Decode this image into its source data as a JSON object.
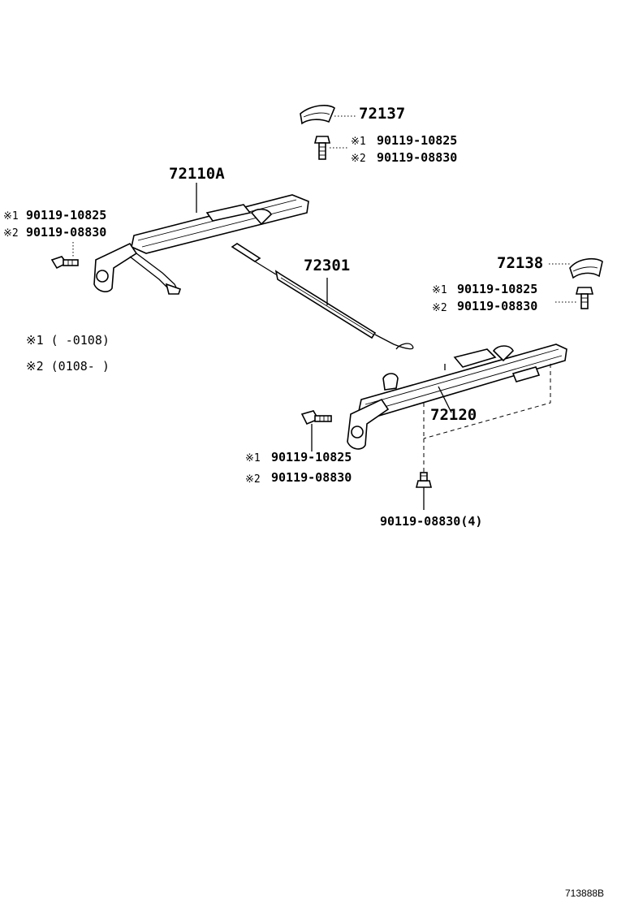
{
  "parts": {
    "cover_upper": "72137",
    "cover_right": "72138",
    "adjuster_left": "72110A",
    "adjuster_right": "72120",
    "cable": "72301"
  },
  "bolts": {
    "top": {
      "mark1": "※1",
      "mark2": "※2",
      "b1": "90119-10825",
      "b2": "90119-08830"
    },
    "left": {
      "mark1": "※1",
      "mark2": "※2",
      "b1": "90119-10825",
      "b2": "90119-08830"
    },
    "right": {
      "mark1": "※1",
      "mark2": "※2",
      "b1": "90119-10825",
      "b2": "90119-08830"
    },
    "middle": {
      "mark1": "※1",
      "mark2": "※2",
      "b1": "90119-10825",
      "b2": "90119-08830"
    },
    "bottom": "90119-08830(4)"
  },
  "notes": {
    "n1": "※1 (      -0108)",
    "n2": "※2 (0108-      )"
  },
  "diagram_id": "713888B"
}
